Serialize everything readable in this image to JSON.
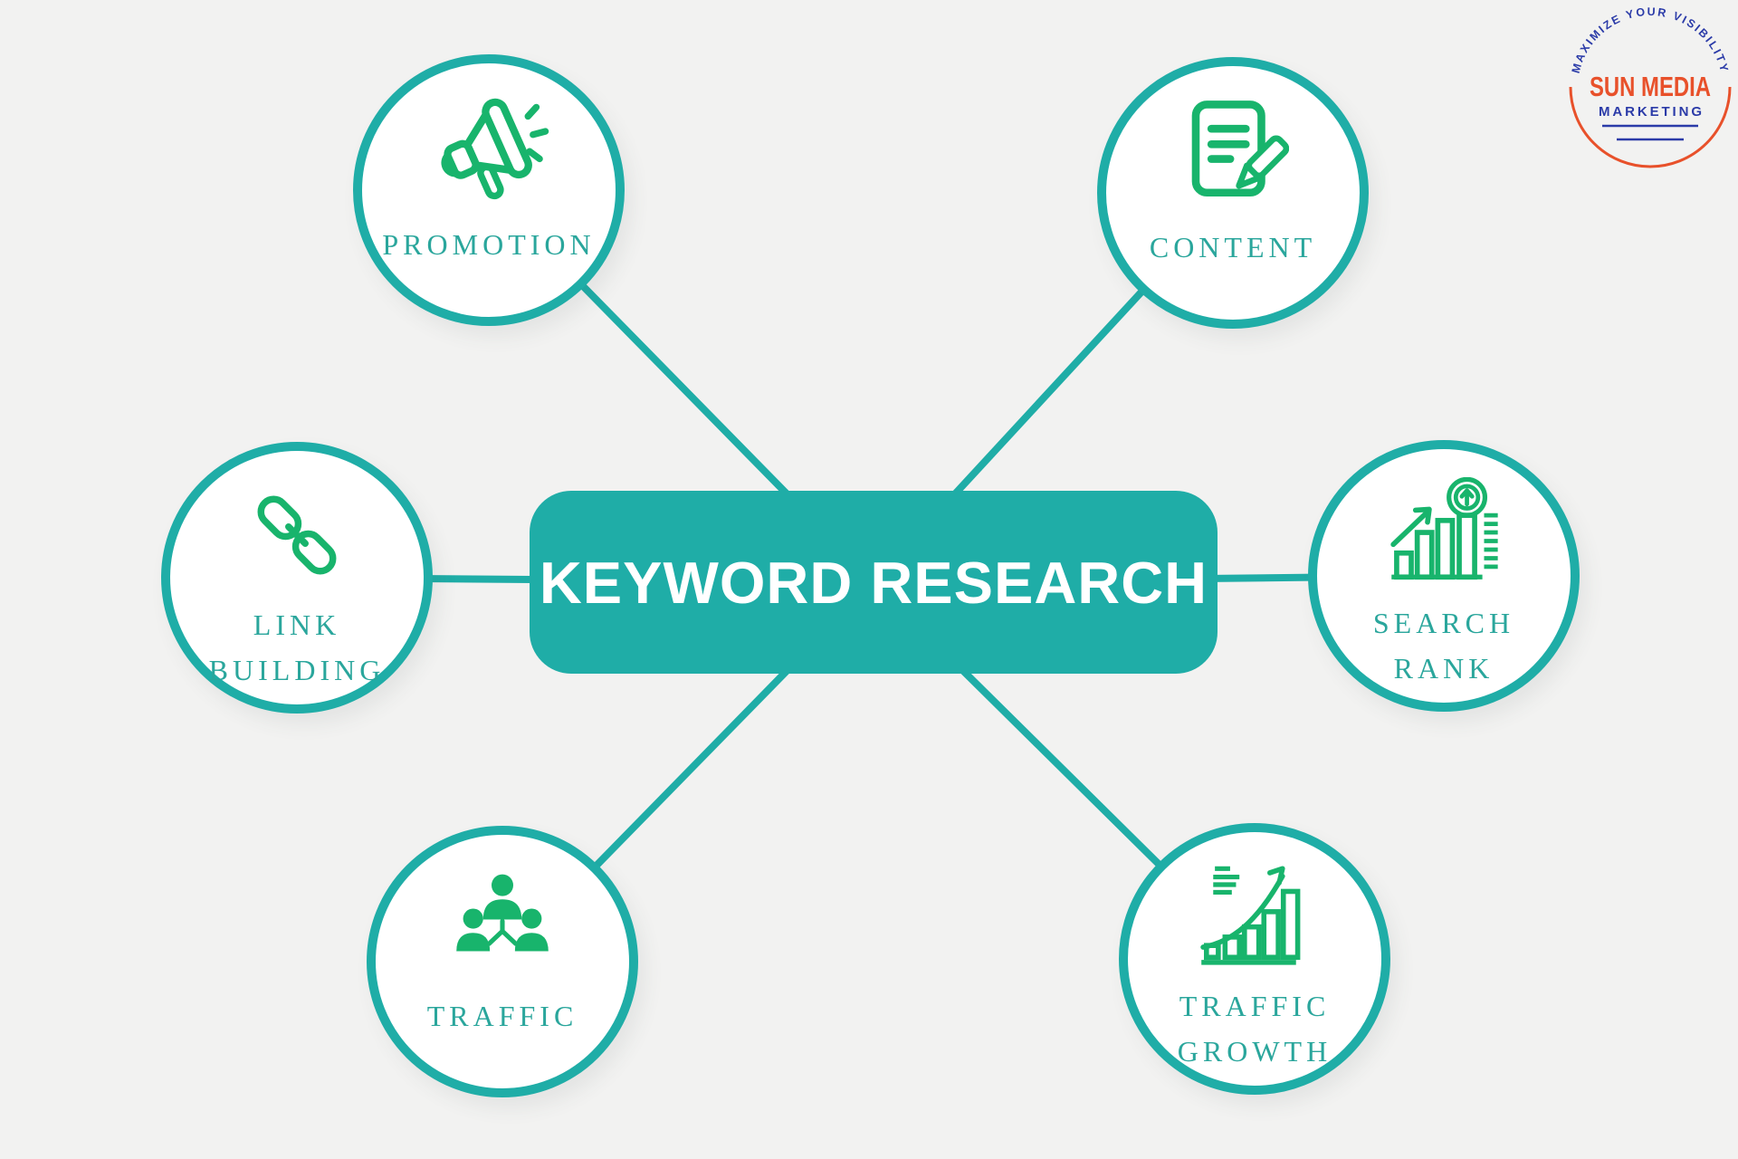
{
  "theme": {
    "background": "#f2f2f1",
    "teal": "#1fada7",
    "label_teal": "#2aa69c",
    "icon_green": "#18b46c",
    "logo_orange": "#e8512b",
    "logo_blue": "#2b3ba8",
    "node_fill": "#ffffff",
    "center_text": "#ffffff"
  },
  "center": {
    "label": "KEYWORD RESEARCH"
  },
  "nodes": [
    {
      "id": "promotion",
      "icon": "megaphone-icon",
      "label": "PROMOTION",
      "lines": [
        "PROMOTION"
      ]
    },
    {
      "id": "content",
      "icon": "document-edit-icon",
      "label": "CONTENT",
      "lines": [
        "CONTENT"
      ]
    },
    {
      "id": "link-building",
      "icon": "chain-link-icon",
      "label": "LINK BUILDING",
      "lines": [
        "LINK",
        "BUILDING"
      ]
    },
    {
      "id": "search-rank",
      "icon": "search-rank-icon",
      "label": "SEARCH RANK",
      "lines": [
        "SEARCH",
        "RANK"
      ]
    },
    {
      "id": "traffic",
      "icon": "people-network-icon",
      "label": "TRAFFIC",
      "lines": [
        "TRAFFIC"
      ]
    },
    {
      "id": "traffic-growth",
      "icon": "growth-chart-icon",
      "label": "TRAFFIC GROWTH",
      "lines": [
        "TRAFFIC",
        "GROWTH"
      ]
    }
  ],
  "logo": {
    "arc_text": "MAXIMIZE YOUR VISIBILITY",
    "name": "SUN MEDIA",
    "subtitle": "MARKETING"
  }
}
